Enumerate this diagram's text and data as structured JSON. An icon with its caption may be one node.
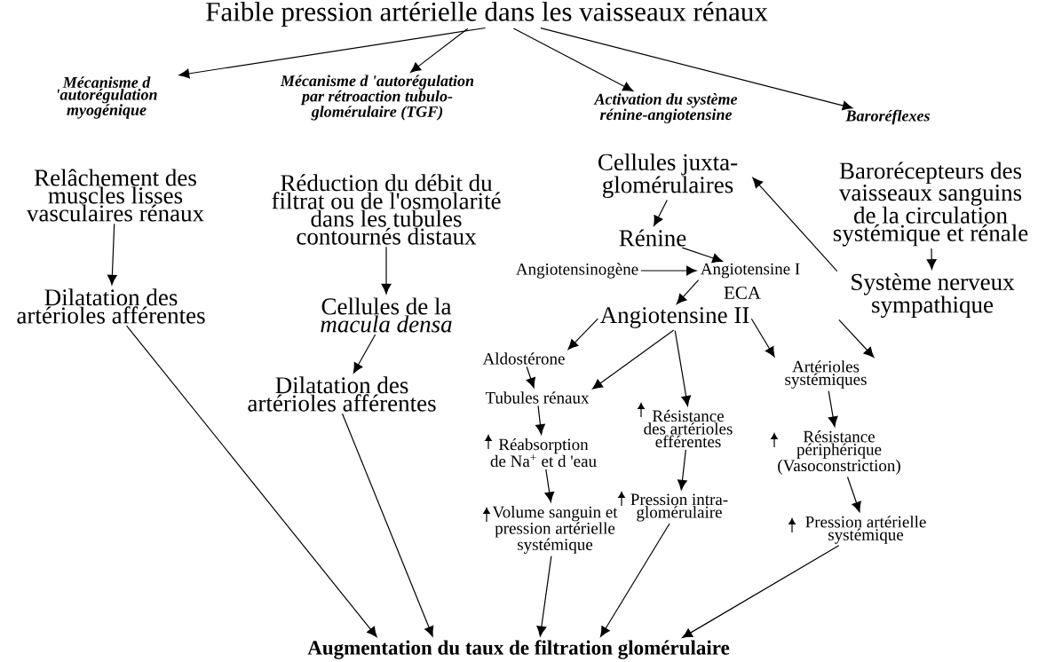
{
  "diagram": {
    "nodes": [
      {
        "text": [
          "Faible pression artérielle dans les vaisseaux rénaux"
        ]
      },
      {
        "text": [
          "Mécanisme d 'autorégulation myogénique"
        ]
      },
      {
        "text": [
          "Mécanisme d 'autorégulation par rétroaction tubulo-glomérulaire (TGF)"
        ]
      },
      {
        "text": [
          "Activation du système rénine-angiotensine"
        ]
      },
      {
        "text": [
          "Baroréflexes"
        ]
      },
      {
        "text": [
          "Relâchement des muscles lisses vasculaires rénaux"
        ]
      },
      {
        "text": [
          "Dilatation des artérioles afférentes"
        ]
      },
      {
        "text": [
          "Réduction du débit du filtrat ou de l'osmolarité dans les tubules contournés distaux"
        ]
      },
      {
        "text": [
          "Cellules de la *macula densa*"
        ]
      },
      {
        "text": [
          "Dilatation des artérioles afférentes"
        ]
      },
      {
        "text": [
          "Cellules juxta-glomérulaires"
        ]
      },
      {
        "text": [
          "Rénine"
        ]
      },
      {
        "text": [
          "Angiotensinogène"
        ]
      },
      {
        "text": [
          "Angiotensine I"
        ]
      },
      {
        "text": [
          "Angiotensine II"
        ]
      },
      {
        "text": [
          "Barorécepteurs des vaisseaux sanguins de la circulation systémique et rénale"
        ]
      },
      {
        "text": [
          "Système nerveux sympathique"
        ]
      },
      {
        "text": [
          "Aldostérone"
        ]
      },
      {
        "text": [
          "Tubules rénaux"
        ]
      },
      {
        "text": [
          "Réabsorption de Na$^{+}$ et d 'eau"
        ]
      },
      {
        "text": [
          "Volume sanguin et pression artérielle systémique"
        ]
      },
      {
        "text": [
          "Résistance des artérioles efférentes"
        ]
      },
      {
        "text": [
          "Pression intra-glomérulaire"
        ]
      },
      {
        "text": [
          "Artérioles systémiques"
        ]
      },
      {
        "text": [
          "Résistance périphérique (Vasoconstriction)"
        ]
      },
      {
        "text": [
          "Pression artérielle systémique"
        ]
      },
      {
        "text": [
          "Augmentation du taux de filtration glomérulaire"
        ]
      }
    ],
    "edges": [
      {
        "from": 0,
        "to": 1,
        "arrow": "to"
      },
      {
        "from": 0,
        "to": 2,
        "arrow": "to"
      },
      {
        "from": 0,
        "to": 3,
        "arrow": "to"
      },
      {
        "from": 0,
        "to": 4,
        "arrow": "to"
      },
      {
        "from": 5,
        "to": 6,
        "arrow": "to"
      },
      {
        "from": 7,
        "to": 8,
        "arrow": "to"
      },
      {
        "from": 8,
        "to": 9,
        "arrow": "to"
      },
      {
        "from": 10,
        "to": 11,
        "arrow": "to"
      },
      {
        "from": 11,
        "to": 13,
        "arrow": "to"
      },
      {
        "from": 12,
        "to": 13,
        "arrow": "to"
      },
      {
        "from": 13,
        "to": 14,
        "arrow": "to",
        "label": "ECA"
      },
      {
        "from": 15,
        "to": 16,
        "arrow": "to"
      },
      {
        "from": 16,
        "to": 10,
        "arrow": "to"
      },
      {
        "from": 16,
        "to": 23,
        "arrow": "to"
      },
      {
        "from": 14,
        "to": 17,
        "arrow": "to"
      },
      {
        "from": 14,
        "to": 18,
        "arrow": "to"
      },
      {
        "from": 14,
        "to": 21,
        "arrow": "to"
      },
      {
        "from": 14,
        "to": 23,
        "arrow": "to"
      },
      {
        "from": 17,
        "to": 18,
        "arrow": "to"
      },
      {
        "from": 18,
        "to": 19,
        "arrow": "to"
      },
      {
        "from": 19,
        "to": 20,
        "arrow": "to"
      },
      {
        "from": 21,
        "to": 22,
        "arrow": "to"
      },
      {
        "from": 23,
        "to": 24,
        "arrow": "to"
      },
      {
        "from": 24,
        "to": 25,
        "arrow": "to"
      },
      {
        "from": 6,
        "to": 26,
        "arrow": "to"
      },
      {
        "from": 9,
        "to": 26,
        "arrow": "to"
      },
      {
        "from": 20,
        "to": 26,
        "arrow": "to"
      },
      {
        "from": 22,
        "to": 26,
        "arrow": "to"
      },
      {
        "from": 25,
        "to": 26,
        "arrow": "to"
      }
    ]
  }
}
